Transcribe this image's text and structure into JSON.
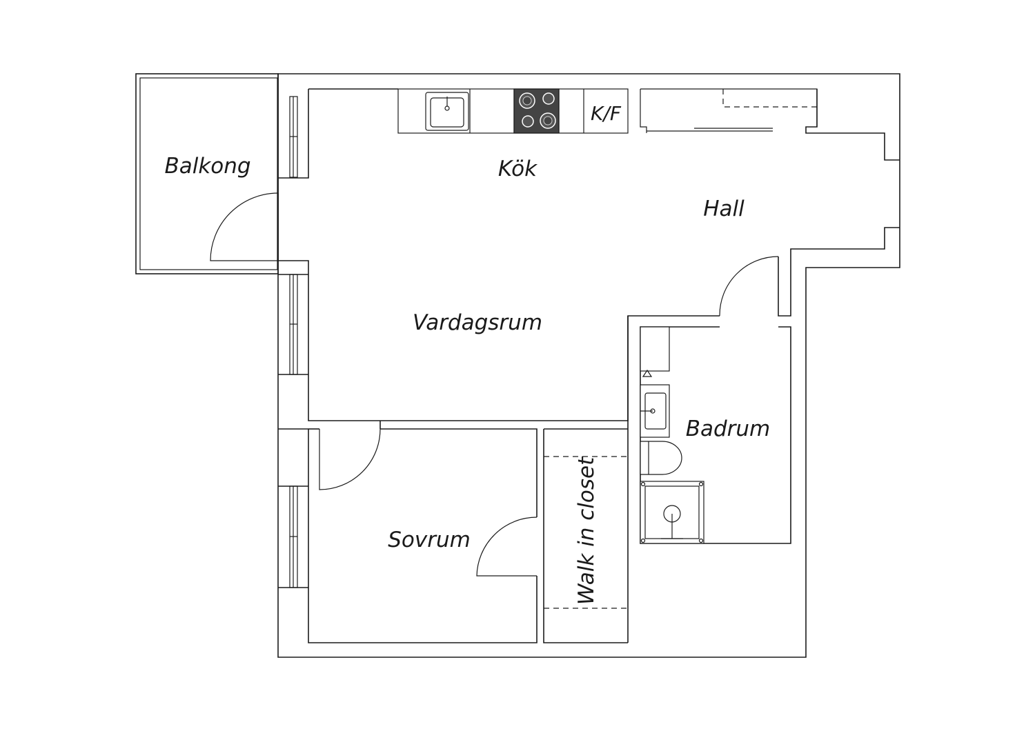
{
  "floor_plan": {
    "rooms": {
      "balkong": "Balkong",
      "kok": "Kök",
      "hall": "Hall",
      "vardagsrum": "Vardagsrum",
      "badrum": "Badrum",
      "sovrum": "Sovrum",
      "walk_in_closet": "Walk in closet"
    },
    "fixtures": {
      "fridge_freezer": "K/F"
    },
    "colors": {
      "line": "#1a1a1a",
      "background": "#ffffff",
      "stove_top": "#444444"
    }
  }
}
